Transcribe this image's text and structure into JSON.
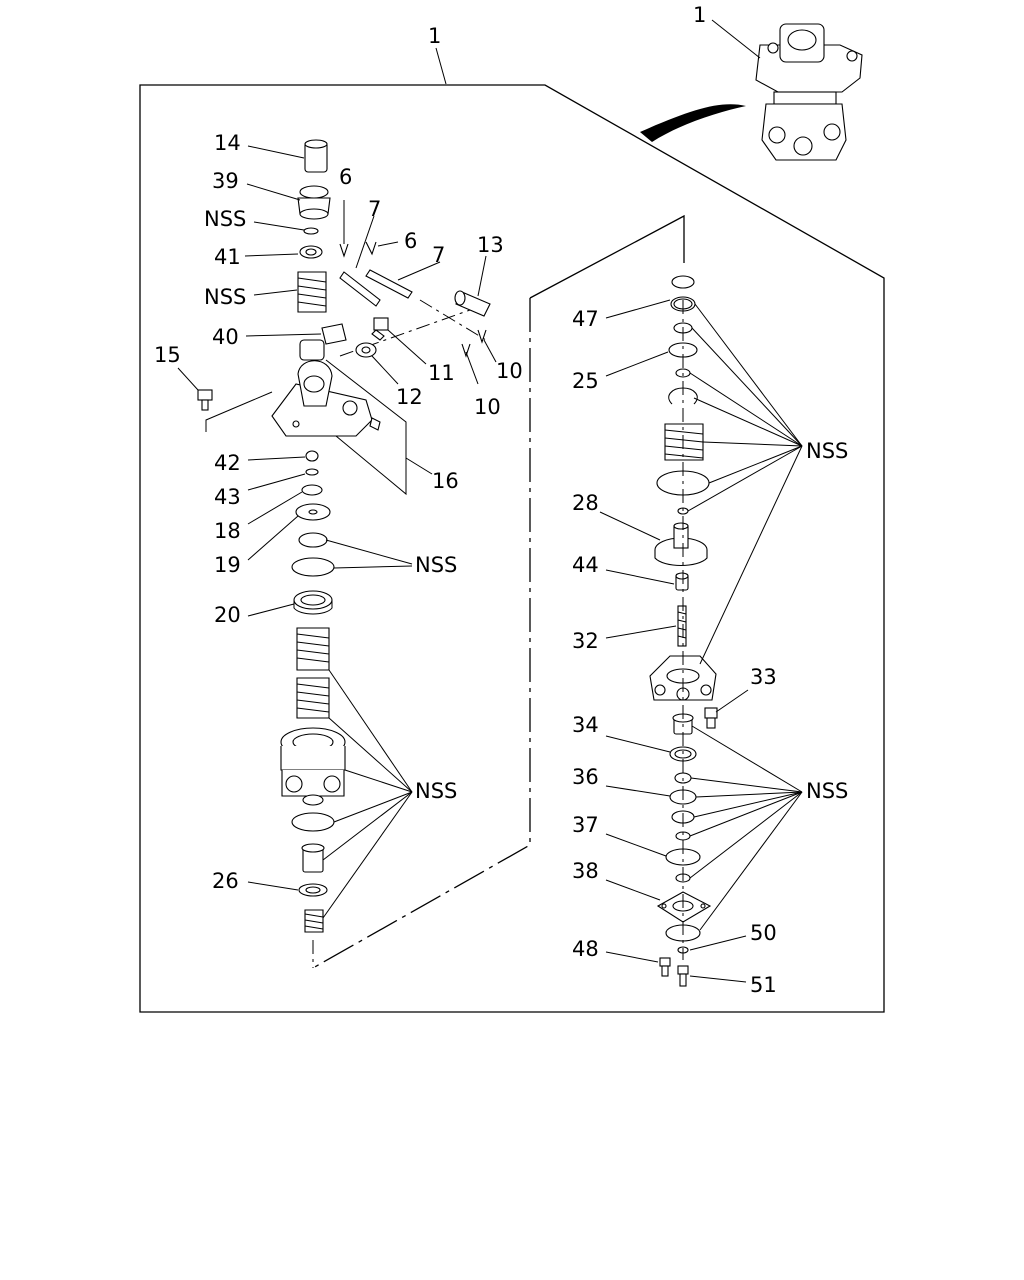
{
  "labels": {
    "assembly_main": "1",
    "assembly_inset": "1",
    "p14": "14",
    "p39": "39",
    "nss_a": "NSS",
    "p41": "41",
    "nss_b": "NSS",
    "p40": "40",
    "p15": "15",
    "p6a": "6",
    "p7a": "7",
    "p6b": "6",
    "p7b": "7",
    "p13": "13",
    "p11": "11",
    "p12": "12",
    "p10a": "10",
    "p10b": "10",
    "p16": "16",
    "p42": "42",
    "p43": "43",
    "p18": "18",
    "p19": "19",
    "nss_c": "NSS",
    "p20": "20",
    "nss_d": "NSS",
    "p26": "26",
    "p47": "47",
    "p25": "25",
    "nss_e": "NSS",
    "p28": "28",
    "p44": "44",
    "p32": "32",
    "p33": "33",
    "p34": "34",
    "p36": "36",
    "p37": "37",
    "p38": "38",
    "nss_f": "NSS",
    "p50": "50",
    "p48": "48",
    "p51": "51"
  }
}
